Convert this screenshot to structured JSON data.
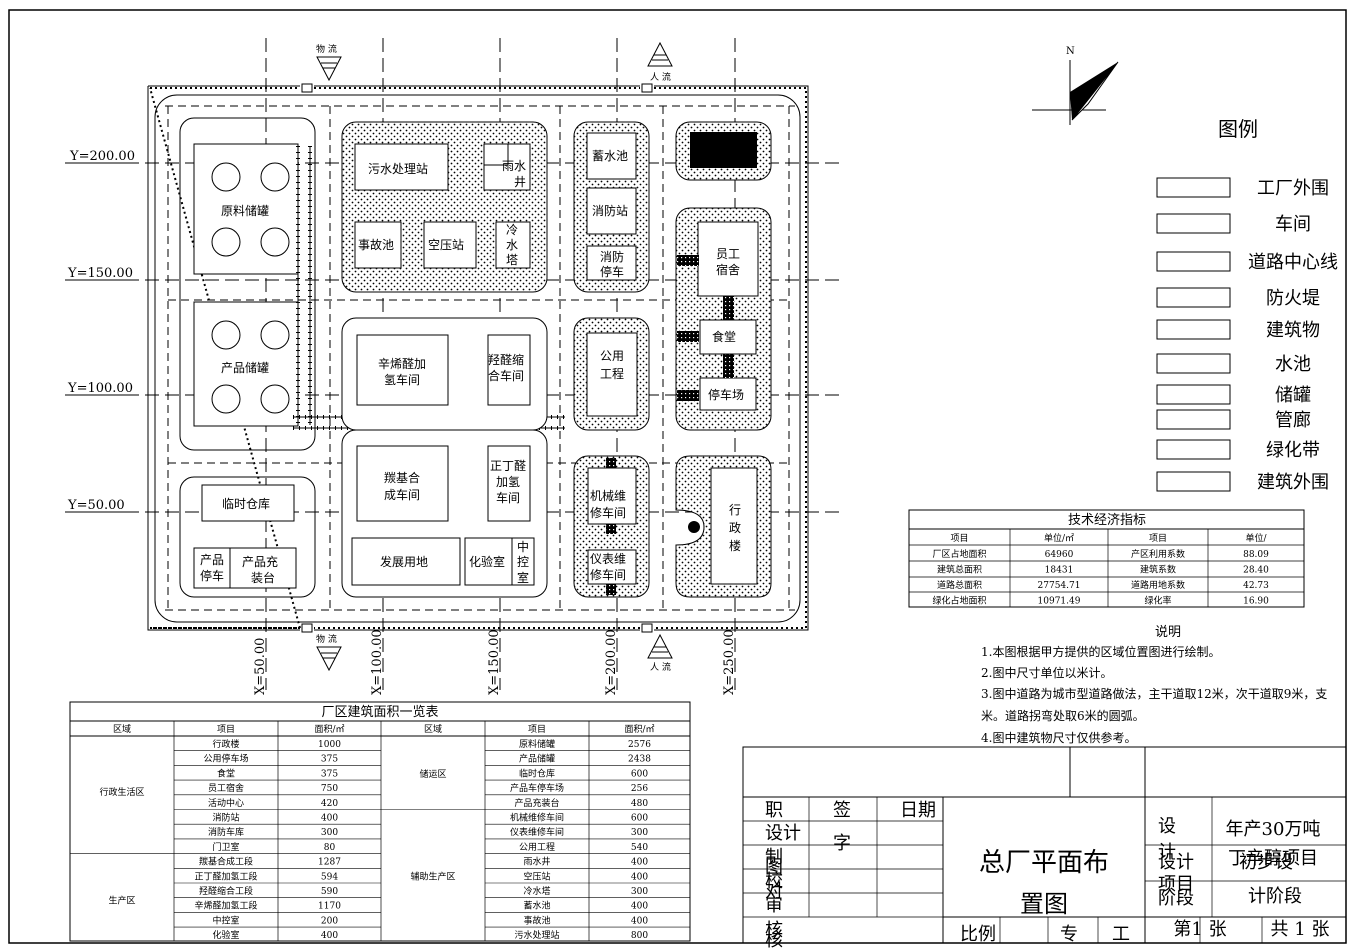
{
  "plan": {
    "flow_logistics": "物 流",
    "flow_people": "人 流",
    "y_labels": [
      "Y=200.00",
      "Y=150.00",
      "Y=100.00",
      "Y=50.00"
    ],
    "x_labels": [
      "X=50.00",
      "X=100.00",
      "X=150.00",
      "X=200.00",
      "X=250.00"
    ],
    "buildings": {
      "raw_tank": "原料储罐",
      "product_tank": "产品储罐",
      "sewage": "污水处理站",
      "rain_well_1": "雨水",
      "rain_well_2": "井",
      "accident_pool": "事故池",
      "air_comp": "空压站",
      "cooling_1": "冷",
      "cooling_2": "水",
      "cooling_3": "塔",
      "storage_pool": "蓄水池",
      "fire_station": "消防站",
      "fire_garage_1": "消防",
      "fire_garage_2": "停车",
      "dorm_1": "员工",
      "dorm_2": "宿舍",
      "canteen": "食堂",
      "parking": "停车场",
      "octenal_1": "辛烯醛加",
      "octenal_2": "氢车间",
      "aldol_1": "羟醛缩",
      "aldol_2": "合车间",
      "utility_1": "公用",
      "utility_2": "工程",
      "carbonyl_1": "羰基合",
      "carbonyl_2": "成车间",
      "butanal_1": "正丁醛",
      "butanal_2": "加氢",
      "butanal_3": "车间",
      "mech_1": "机械维",
      "mech_2": "修车间",
      "instr_1": "仪表维",
      "instr_2": "修车间",
      "admin_1": "行",
      "admin_2": "政",
      "admin_3": "楼",
      "temp_ware": "临时仓库",
      "prod_park_1": "产品",
      "prod_park_2": "停车",
      "prod_load_1": "产品充",
      "prod_load_2": "装台",
      "dev_land": "发展用地",
      "lab": "化验室",
      "ctrl_1": "中",
      "ctrl_2": "控",
      "ctrl_3": "室"
    }
  },
  "compass": {
    "north": "N"
  },
  "legend": {
    "title": "图例",
    "items": [
      "工厂外围",
      "车间",
      "道路中心线",
      "防火堤",
      "建筑物",
      "水池",
      "储罐",
      "管廊",
      "绿化带",
      "建筑外围"
    ]
  },
  "tech_table": {
    "title": "技术经济指标",
    "headers": [
      "项目",
      "单位/㎡",
      "项目",
      "单位/"
    ],
    "rows": [
      [
        "厂区占地面积",
        "64960",
        "产区利用系数",
        "88.09"
      ],
      [
        "建筑总面积",
        "18431",
        "建筑系数",
        "28.40"
      ],
      [
        "道路总面积",
        "27754.71",
        "道路用地系数",
        "42.73"
      ],
      [
        "绿化占地面积",
        "10971.49",
        "绿化率",
        "16.90"
      ]
    ]
  },
  "notes": {
    "title": "说明",
    "lines": [
      "1.本图根据甲方提供的区域位置图进行绘制。",
      "2.图中尺寸单位以米计。",
      "3.图中道路为城市型道路做法，主干道取12米，次干道取9米，支",
      "米。道路拐弯处取6米的圆弧。",
      "4.图中建筑物尺寸仅供参考。"
    ]
  },
  "area_table": {
    "title": "厂区建筑面积一览表",
    "headers": [
      "区域",
      "项目",
      "面积/㎡",
      "区域",
      "项目",
      "面积/㎡"
    ],
    "left_zones": [
      "行政生活区",
      "生产区"
    ],
    "right_zones": [
      "储运区",
      "辅助生产区"
    ],
    "left_rows": [
      [
        "行政楼",
        "1000"
      ],
      [
        "公用停车场",
        "375"
      ],
      [
        "食堂",
        "375"
      ],
      [
        "员工宿舍",
        "750"
      ],
      [
        "活动中心",
        "420"
      ],
      [
        "消防站",
        "400"
      ],
      [
        "消防车库",
        "300"
      ],
      [
        "门卫室",
        "80"
      ],
      [
        "羰基合成工段",
        "1287"
      ],
      [
        "正丁醛加氢工段",
        "594"
      ],
      [
        "羟醛缩合工段",
        "590"
      ],
      [
        "辛烯醛加氢工段",
        "1170"
      ],
      [
        "中控室",
        "200"
      ],
      [
        "化验室",
        "400"
      ]
    ],
    "right_rows": [
      [
        "原料储罐",
        "2576"
      ],
      [
        "产品储罐",
        "2438"
      ],
      [
        "临时仓库",
        "600"
      ],
      [
        "产品车停车场",
        "256"
      ],
      [
        "产品充装台",
        "480"
      ],
      [
        "机械维修车间",
        "600"
      ],
      [
        "仪表维修车间",
        "300"
      ],
      [
        "公用工程",
        "540"
      ],
      [
        "雨水井",
        "400"
      ],
      [
        "空压站",
        "400"
      ],
      [
        "冷水塔",
        "300"
      ],
      [
        "蓄水池",
        "400"
      ],
      [
        "事故池",
        "400"
      ],
      [
        "污水处理站",
        "800"
      ]
    ]
  },
  "title_block": {
    "col_zhi": "职",
    "col_qian": "签",
    "col_zi": "字",
    "col_date": "日期",
    "roles": [
      "设计",
      "制",
      "校",
      "审",
      "核"
    ],
    "roles_b": [
      "",
      "图",
      "对",
      "",
      "核"
    ],
    "drawing_title_1": "总厂平面布",
    "drawing_title_2": "置图",
    "she": "设",
    "ji": "计",
    "design_label": "设计",
    "project_label": "项目",
    "stage_label": "阶段",
    "project_1": "年产30万吨",
    "project_2": "丁辛醇项目",
    "stage_1": "初步设",
    "stage_2": "计阶段",
    "scale": "比例",
    "zhuan": "专",
    "gong": "工",
    "sheet_no": "第1 张",
    "sheet_total": "共 1 张"
  }
}
